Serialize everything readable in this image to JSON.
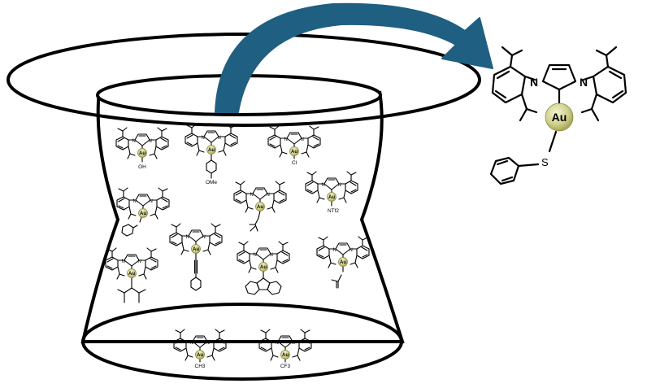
{
  "colors": {
    "arrow": "#1f5f82",
    "gold": "#cfd08a",
    "outline": "#000000"
  },
  "metal_label": "Au",
  "featured_complex": {
    "ligand_atoms": [
      "N",
      "N"
    ],
    "metal": "Au",
    "substituent_atom": "S"
  },
  "hat_complexes": [
    {
      "id": "oh",
      "label": "OH"
    },
    {
      "id": "ome",
      "label": "OMe"
    },
    {
      "id": "cl",
      "label": "Cl"
    },
    {
      "id": "phenoxy",
      "label": ""
    },
    {
      "id": "acetonyl",
      "label": ""
    },
    {
      "id": "ntf2",
      "label": "NTf2"
    },
    {
      "id": "acac",
      "label": ""
    },
    {
      "id": "alkynyl",
      "label": ""
    },
    {
      "id": "carbazolyl",
      "label": ""
    },
    {
      "id": "acetate",
      "label": ""
    },
    {
      "id": "methyl",
      "label": "CH3"
    },
    {
      "id": "cf3",
      "label": "CF3"
    }
  ]
}
